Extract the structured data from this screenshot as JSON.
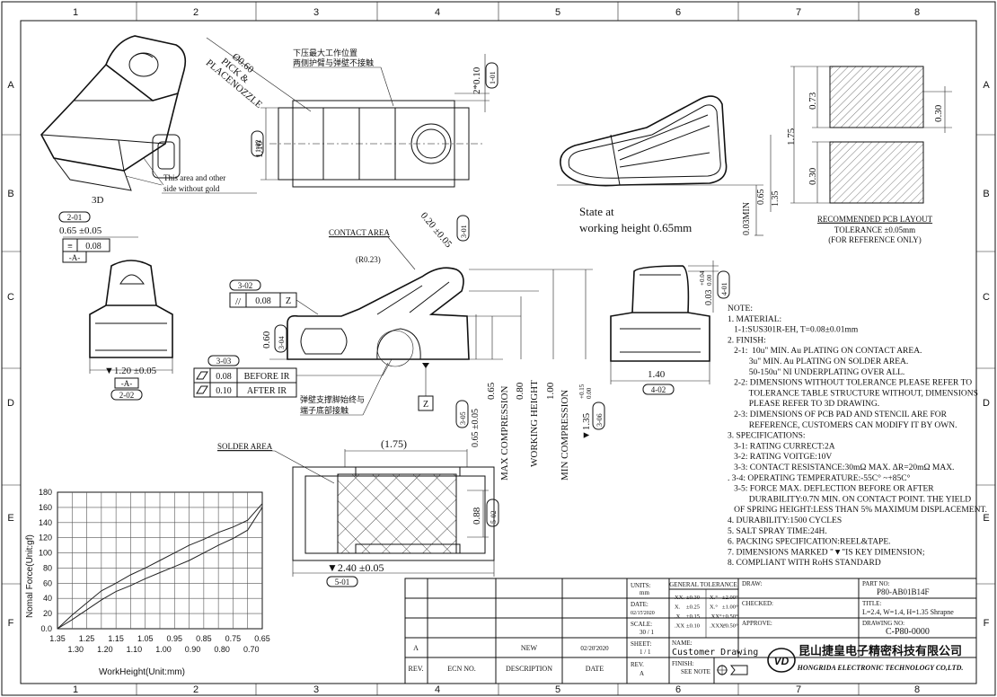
{
  "grid": {
    "columns": [
      "1",
      "2",
      "3",
      "4",
      "5",
      "6",
      "7",
      "8"
    ],
    "rows": [
      "A",
      "B",
      "C",
      "D",
      "E",
      "F"
    ]
  },
  "views": {
    "iso": {
      "title": "3D",
      "area_note_line1": "This area and other",
      "area_note_line2": "side without gold"
    },
    "top": {
      "chinese_note_line1": "下压最大工作位置",
      "chinese_note_line2": "两侧护臂与弹壁不接触",
      "pick_line1": "Ø0.60",
      "pick_line2": "PICK &",
      "pick_line3": "PLACENOZZLE",
      "dim_height": "1.10",
      "dim_tol": "2*0.10",
      "tag_1_01": "1-01",
      "tag_1_02": "1-02"
    },
    "state": {
      "line1": "State at",
      "line2": "working height 0.65mm"
    },
    "pcb": {
      "dim_175": "1.75",
      "dim_073": "0.73",
      "dim_030_right": "0.30",
      "dim_030_left": "0.30",
      "dim_065": "0.65",
      "dim_135": "1.35",
      "dim_003": "0.03MIN",
      "title": "RECOMMENDED PCB LAYOUT",
      "tolerance": "TOLERANCE ±0.05mm",
      "ref": "(FOR REFERENCE ONLY)"
    },
    "left_detail": {
      "tag_2_01": "2-01",
      "dim_065": "0.65 ±0.05",
      "flat_value": "0.08",
      "datum_a": "-A-",
      "dim_120": "▼1.20 ±0.05",
      "datum_a2": "-A-",
      "tag_2_02": "2-02"
    },
    "side": {
      "contact_area": "CONTACT AREA",
      "radius": "(R0.23)",
      "dim_020": "0.20 ±0.05",
      "tag_3_01": "3-01",
      "tag_3_02": "3-02",
      "parallel_value": "0.08",
      "parallel_datum": "Z",
      "tag_3_03": "3-03",
      "before_value": "0.08",
      "before_label": "BEFORE IR",
      "after_value": "0.10",
      "after_label": "AFTER IR",
      "dim_060": "0.60",
      "tag_3_04": "3-04",
      "chinese_line1": "弹壁支撑脚始终与",
      "chinese_line2": "端子底部接触",
      "datum_z": "Z",
      "tag_3_05": "3-05",
      "dim_065": "0.65 ±0.05",
      "max_comp": "MAX COMPRESSION",
      "val_max": "0.65",
      "working": "WORKING HEIGHT",
      "val_working": "0.80",
      "min_comp": "MIN COMPRESSION",
      "val_min": "1.00",
      "dim_135": "▼1.35",
      "tol_135_up": "+0.15",
      "tol_135_dn": "0.00",
      "tag_3_06": "3-06"
    },
    "end_view": {
      "dim_003": "0.03",
      "tol_up": "+0.04",
      "tol_dn": "0.00",
      "tag_4_01": "4-01",
      "dim_140": "1.40",
      "tag_4_02": "4-02"
    },
    "bottom": {
      "solder_area": "SOLDER AREA",
      "dim_175": "(1.75)",
      "dim_088": "0.88",
      "tag_5_02": "5-02",
      "dim_240": "▼2.40 ±0.05",
      "tag_5_01": "5-01"
    }
  },
  "notes": [
    "NOTE:",
    "1. MATERIAL:",
    "   1-1:SUS301R-EH, T=0.08±0.01mm",
    "2. FINISH:",
    "   2-1:  10u\" MIN. Au PLATING ON CONTACT AREA.",
    "          3u\" MIN. Au PLATING ON SOLDER AREA.",
    "          50-150u\" NI UNDERPLATING OVER ALL.",
    "   2-2: DIMENSIONS WITHOUT TOLERANCE PLEASE REFER TO",
    "          TOLERANCE TABLE STRUCTURE WITHOUT, DIMENSIONS",
    "          PLEASE REFER TO 3D DRAWING.",
    "   2-3: DIMENSIONS OF PCB PAD AND STENCIL ARE FOR",
    "          REFERENCE, CUSTOMERS CAN MODIFY IT BY OWN.",
    "3. SPECIFICATIONS:",
    "   3-1: RATING CURRECT:2A",
    "   3-2: RATING VOITGE:10V",
    "   3-3: CONTACT RESISTANCE:30mΩ MAX. ΔR=20mΩ MAX.",
    ". 3-4: OPERATING TEMPERATURE:-55C° ~+85C°",
    "   3-5: FORCE MAX. DEFLECTION BEFORE OR AFTER",
    "          DURABILITY:0.7N MIN. ON CONTACT POINT. THE YIELD",
    "   OF SPRING HEIGHT:LESS THAN 5% MAXIMUM DISPLACEMENT.",
    "4. DURABILITY:1500 CYCLES",
    "5. SALT SPRAY TIME:24H.",
    "6. PACKING SPECIFICATION:REEL&TAPE.",
    "7. DIMENSIONS MARKED \"▼\"IS KEY DIMENSION;",
    "8. COMPLIANT WITH RoHS STANDARD"
  ],
  "chart_data": {
    "type": "line",
    "title": "",
    "xlabel": "WorkHeight(Unit:mm)",
    "ylabel": "Nomal Force(Unit:gf)",
    "x_ticks_top": [
      "1.35",
      "1.25",
      "1.15",
      "1.05",
      "0.95",
      "0.85",
      "0.75",
      "0.65"
    ],
    "x_ticks_bottom": [
      "1.30",
      "1.20",
      "1.10",
      "1.00",
      "0.90",
      "0.80",
      "0.70"
    ],
    "x": [
      1.35,
      1.3,
      1.25,
      1.2,
      1.15,
      1.1,
      1.05,
      1.0,
      0.95,
      0.9,
      0.85,
      0.8,
      0.75,
      0.7,
      0.65
    ],
    "xlim": [
      1.35,
      0.65
    ],
    "ylim": [
      0,
      180
    ],
    "y_ticks": [
      "180",
      "160",
      "140",
      "120",
      "100",
      "80",
      "60",
      "40",
      "20",
      "0.0"
    ],
    "grid": true,
    "series": [
      {
        "values": [
          0,
          18,
          34,
          50,
          60,
          71,
          80,
          90,
          100,
          110,
          118,
          127,
          134,
          143,
          165
        ]
      },
      {
        "values": [
          0,
          12,
          25,
          38,
          49,
          57,
          66,
          74,
          82,
          90,
          100,
          110,
          119,
          130,
          160
        ]
      }
    ]
  },
  "title_block": {
    "rev_rows": [
      {
        "rev": "A",
        "ecn": "",
        "desc": "NEW",
        "date": "02/20'2020"
      }
    ],
    "rev_header": {
      "rev": "REV.",
      "ecn": "ECN NO.",
      "desc": "DESCRIPTION",
      "date": "DATE"
    },
    "units_label": "UNITS:",
    "units_value": "mm",
    "date_label": "DATE:",
    "date_value": "02/15'2020",
    "scale_label": "SCALE:",
    "scale_value": "30 / 1",
    "sheet_label": "SHEET:",
    "sheet_value": "1 / 1",
    "rev_label": "REV.",
    "rev_value": "A",
    "gen_tol": "GENERAL TOLERANCE",
    "tol_rows": [
      {
        "a": "XX.",
        "b": "±0.30",
        "c": "X.°",
        "d": "±2.00°"
      },
      {
        "a": "X.",
        "b": "±0.25",
        "c": "X.°",
        "d": "±1.00°"
      },
      {
        "a": ".X",
        "b": "±0.15",
        "c": ".XX°",
        "d": "±0.50°"
      },
      {
        "a": ".XX",
        "b": "±0.10",
        "c": ".XXX°",
        "d": "±0.50°"
      }
    ],
    "name_label": "NAME:",
    "name_value": "Customer Drawing",
    "finish_label": "FINISH:",
    "finish_value": "SEE NOTE",
    "draw_label": "DRAW:",
    "checked_label": "CHECKED:",
    "approve_label": "APPROVE:",
    "part_label": "PART NO:",
    "part_value": "P80-AB01B14F",
    "title_label": "TITLE:",
    "title_value": "L=2.4, W=1.4, H=1.35 Shrapne",
    "drawing_label": "DRAWING NO:",
    "drawing_value": "C-P80-0000",
    "company_cn": "昆山捷皇电子精密科技有限公司",
    "company_en": "HONGRIDA ELECTRONIC TECHNOLOGY CO,LTD.",
    "logo": "VD"
  }
}
